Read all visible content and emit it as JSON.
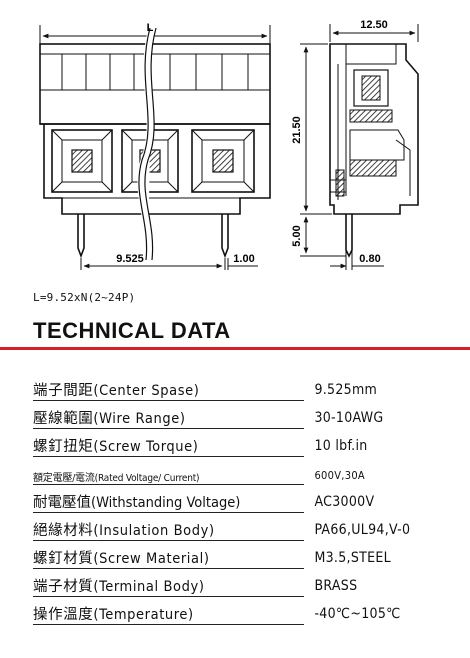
{
  "drawing": {
    "dim_length": "L",
    "dim_width": "12.50",
    "dim_height": "21.50",
    "dim_pin_length": "5.00",
    "dim_pitch": "9.525",
    "dim_pin_dia": "1.00",
    "dim_pin_thickness": "0.80"
  },
  "formula": "L=9.52xN(2~24P)",
  "heading": "TECHNICAL DATA",
  "specs": [
    {
      "label": "端子間距(Center Spase)",
      "value": "9.525mm"
    },
    {
      "label": "壓線範圍(Wire Range)",
      "value": "30-10AWG"
    },
    {
      "label": "螺釘扭矩(Screw Torque)",
      "value": "10 lbf.in"
    },
    {
      "label": "額定電壓/電流(Rated Voltage/ Current)",
      "value": "600V,30A"
    },
    {
      "label": "耐電壓值(Withstanding Voltage)",
      "value": "AC3000V"
    },
    {
      "label": "絕緣材料(Insulation Body)",
      "value": "PA66,UL94,V-0"
    },
    {
      "label": "螺釘材質(Screw Material)",
      "value": "M3.5,STEEL"
    },
    {
      "label": "端子材質(Terminal Body)",
      "value": "BRASS"
    },
    {
      "label": "操作溫度(Temperature)",
      "value": "-40℃~105℃"
    }
  ]
}
